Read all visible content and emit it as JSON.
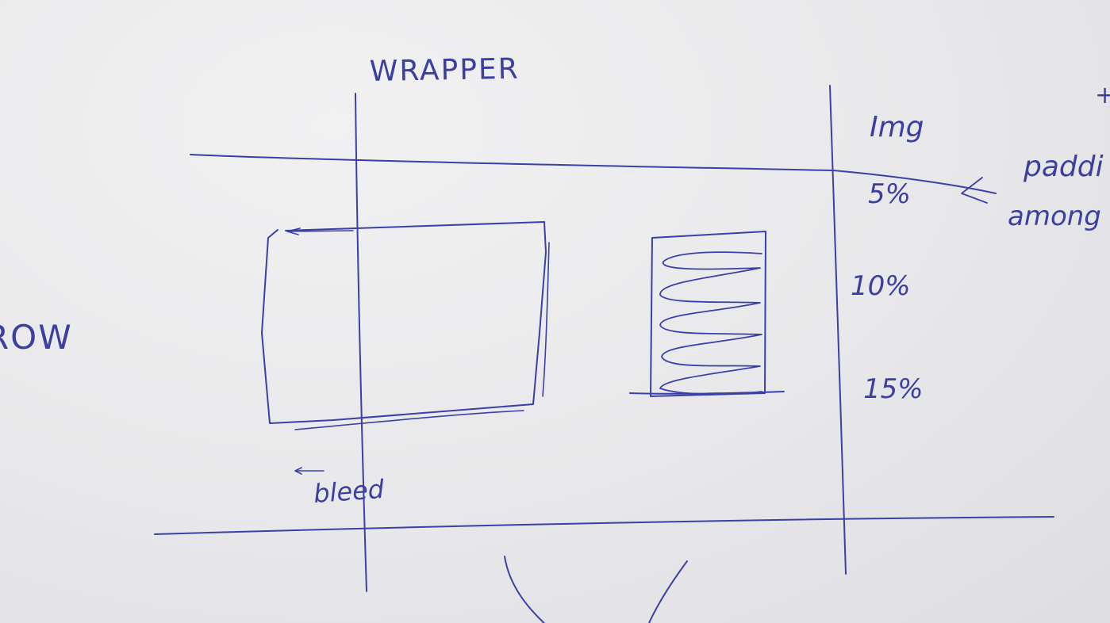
{
  "sketch": {
    "labels": {
      "wrapper": "WRAPPER",
      "row": "ROW",
      "img": "Img",
      "bleed": "bleed",
      "padding": "paddi",
      "among": "among",
      "plus": "+",
      "percent_top": "5%",
      "percent_mid": "10%",
      "percent_bottom": "15%"
    },
    "ink_color": "#3b40a6",
    "paper_color": "#e9e9ea"
  }
}
